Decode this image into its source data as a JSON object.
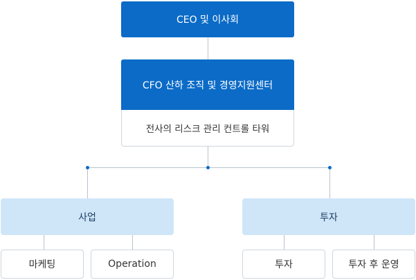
{
  "org_chart": {
    "ceo": "CEO 및 이사회",
    "cfo_group": "CFO 산하 조직 및 경영지원센터",
    "cfo_note": "전사의 리스크 관리 컨트롤 타워",
    "divisions": [
      {
        "name": "사업",
        "units": [
          "마케팅",
          "Operation"
        ]
      },
      {
        "name": "투자",
        "units": [
          "투자",
          "투자 후 운영"
        ]
      }
    ]
  },
  "colors": {
    "primary": "#0b6bc7",
    "division_fill": "#cfe6f8",
    "connector": "#b9c2cc",
    "border": "#cfd5dc",
    "text": "#333333",
    "division_text": "#1f3f66"
  }
}
